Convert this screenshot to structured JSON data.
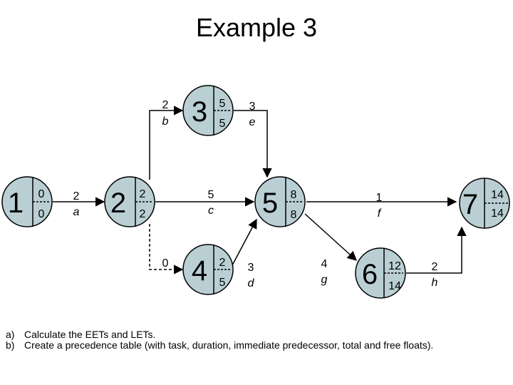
{
  "title": "Example 3",
  "nodes": [
    {
      "id": "1",
      "eet": "0",
      "let": "0"
    },
    {
      "id": "2",
      "eet": "2",
      "let": "2"
    },
    {
      "id": "3",
      "eet": "5",
      "let": "5"
    },
    {
      "id": "4",
      "eet": "2",
      "let": "5"
    },
    {
      "id": "5",
      "eet": "8",
      "let": "8"
    },
    {
      "id": "6",
      "eet": "12",
      "let": "14"
    },
    {
      "id": "7",
      "eet": "14",
      "let": "14"
    }
  ],
  "activities": [
    {
      "from": "1",
      "to": "2",
      "duration": "2",
      "task": "a"
    },
    {
      "from": "2",
      "to": "3",
      "duration": "2",
      "task": "b"
    },
    {
      "from": "2",
      "to": "5",
      "duration": "5",
      "task": "c"
    },
    {
      "from": "2",
      "to": "4",
      "duration": "0",
      "task": "",
      "dummy": true
    },
    {
      "from": "3",
      "to": "5",
      "duration": "3",
      "task": "e"
    },
    {
      "from": "4",
      "to": "5",
      "duration": "3",
      "task": "d"
    },
    {
      "from": "5",
      "to": "7",
      "duration": "1",
      "task": "f"
    },
    {
      "from": "5",
      "to": "6",
      "duration": "4",
      "task": "g"
    },
    {
      "from": "6",
      "to": "7",
      "duration": "2",
      "task": "h"
    }
  ],
  "questions": [
    {
      "label": "a)",
      "text": "Calculate the EETs and LETs."
    },
    {
      "label": "b)",
      "text": "Create a precedence table (with task, duration, immediate predecessor, total and free floats)."
    }
  ],
  "colors": {
    "node_fill": "#b9cfd4",
    "stroke": "#000000",
    "background": "#ffffff"
  }
}
